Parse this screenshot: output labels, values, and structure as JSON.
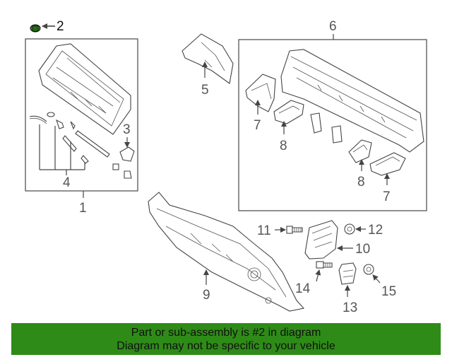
{
  "callouts": {
    "c1": "1",
    "c2": "2",
    "c3": "3",
    "c4": "4",
    "c5": "5",
    "c6": "6",
    "c7a": "7",
    "c7b": "7",
    "c8a": "8",
    "c8b": "8",
    "c9": "9",
    "c10": "10",
    "c11": "11",
    "c12": "12",
    "c13": "13",
    "c14": "14",
    "c15": "15"
  },
  "highlight": {
    "part": "2",
    "color": "#2e8b17"
  },
  "banner": {
    "line1": "Part or sub-assembly is #2 in diagram",
    "line2": "Diagram may not be specific to your vehicle",
    "background": "#2e8b17"
  }
}
